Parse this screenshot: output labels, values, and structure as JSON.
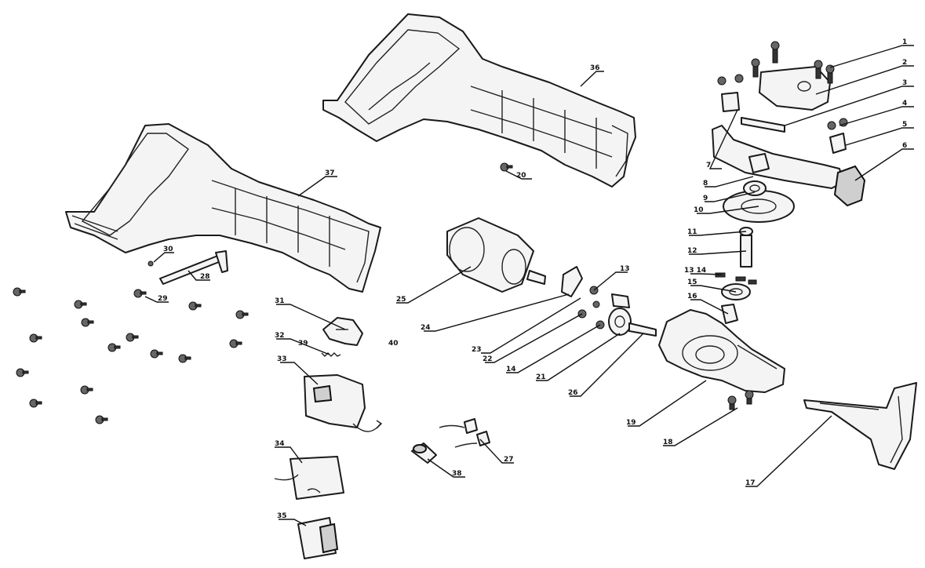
{
  "callouts": [
    {
      "id": "c1",
      "label": "1"
    },
    {
      "id": "c2",
      "label": "2"
    },
    {
      "id": "c3",
      "label": "3"
    },
    {
      "id": "c4",
      "label": "4"
    },
    {
      "id": "c5",
      "label": "5"
    },
    {
      "id": "c6",
      "label": "6"
    },
    {
      "id": "c7",
      "label": "7"
    },
    {
      "id": "c8",
      "label": "8"
    },
    {
      "id": "c9",
      "label": "9"
    },
    {
      "id": "c10",
      "label": "10"
    },
    {
      "id": "c11",
      "label": "11"
    },
    {
      "id": "c12",
      "label": "12"
    },
    {
      "id": "c13a",
      "label": "13 14"
    },
    {
      "id": "c13b",
      "label": "13"
    },
    {
      "id": "c14",
      "label": "14"
    },
    {
      "id": "c15",
      "label": "15"
    },
    {
      "id": "c16",
      "label": "16"
    },
    {
      "id": "c17",
      "label": "17"
    },
    {
      "id": "c18",
      "label": "18"
    },
    {
      "id": "c19",
      "label": "19"
    },
    {
      "id": "c20",
      "label": "20"
    },
    {
      "id": "c21",
      "label": "21"
    },
    {
      "id": "c22",
      "label": "22"
    },
    {
      "id": "c23",
      "label": "23"
    },
    {
      "id": "c24",
      "label": "24"
    },
    {
      "id": "c25",
      "label": "25"
    },
    {
      "id": "c26",
      "label": "26"
    },
    {
      "id": "c27",
      "label": "27"
    },
    {
      "id": "c28",
      "label": "28"
    },
    {
      "id": "c29",
      "label": "29"
    },
    {
      "id": "c30",
      "label": "30"
    },
    {
      "id": "c31",
      "label": "31"
    },
    {
      "id": "c32",
      "label": "32"
    },
    {
      "id": "c33",
      "label": "33"
    },
    {
      "id": "c34",
      "label": "34"
    },
    {
      "id": "c35",
      "label": "35"
    },
    {
      "id": "c36",
      "label": "36"
    },
    {
      "id": "c37",
      "label": "37"
    },
    {
      "id": "c38",
      "label": "38"
    },
    {
      "id": "c39",
      "label": "39"
    },
    {
      "id": "c40",
      "label": "40"
    }
  ]
}
